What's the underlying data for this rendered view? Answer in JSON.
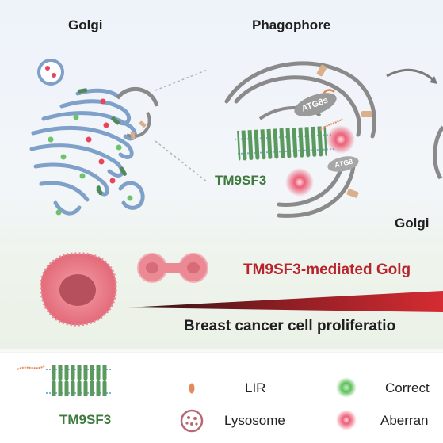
{
  "labels": {
    "golgi_top": "Golgi",
    "phagophore": "Phagophore",
    "tm9sf3_main": "TM9SF3",
    "atg8s_top": "ATG8s",
    "atg8s_small": "ATG8",
    "golgi_right": "Golgi",
    "mediated_banner": "TM9SF3-mediated Golg",
    "proliferation": "Breast cancer cell proliferatio"
  },
  "legend": {
    "tm9sf3": "TM9SF3",
    "lir": "LIR",
    "lysosome": "Lysosome",
    "correct": "Correct",
    "aberrant": "Aberran"
  },
  "colors": {
    "golgi_membrane": "#7fa0c8",
    "helix_green": "#4f8a57",
    "correct_green": "#6cc36a",
    "aberrant_red": "#e8445c",
    "banner_red": "#b8232c",
    "cell_pink": "#e46b7a"
  }
}
